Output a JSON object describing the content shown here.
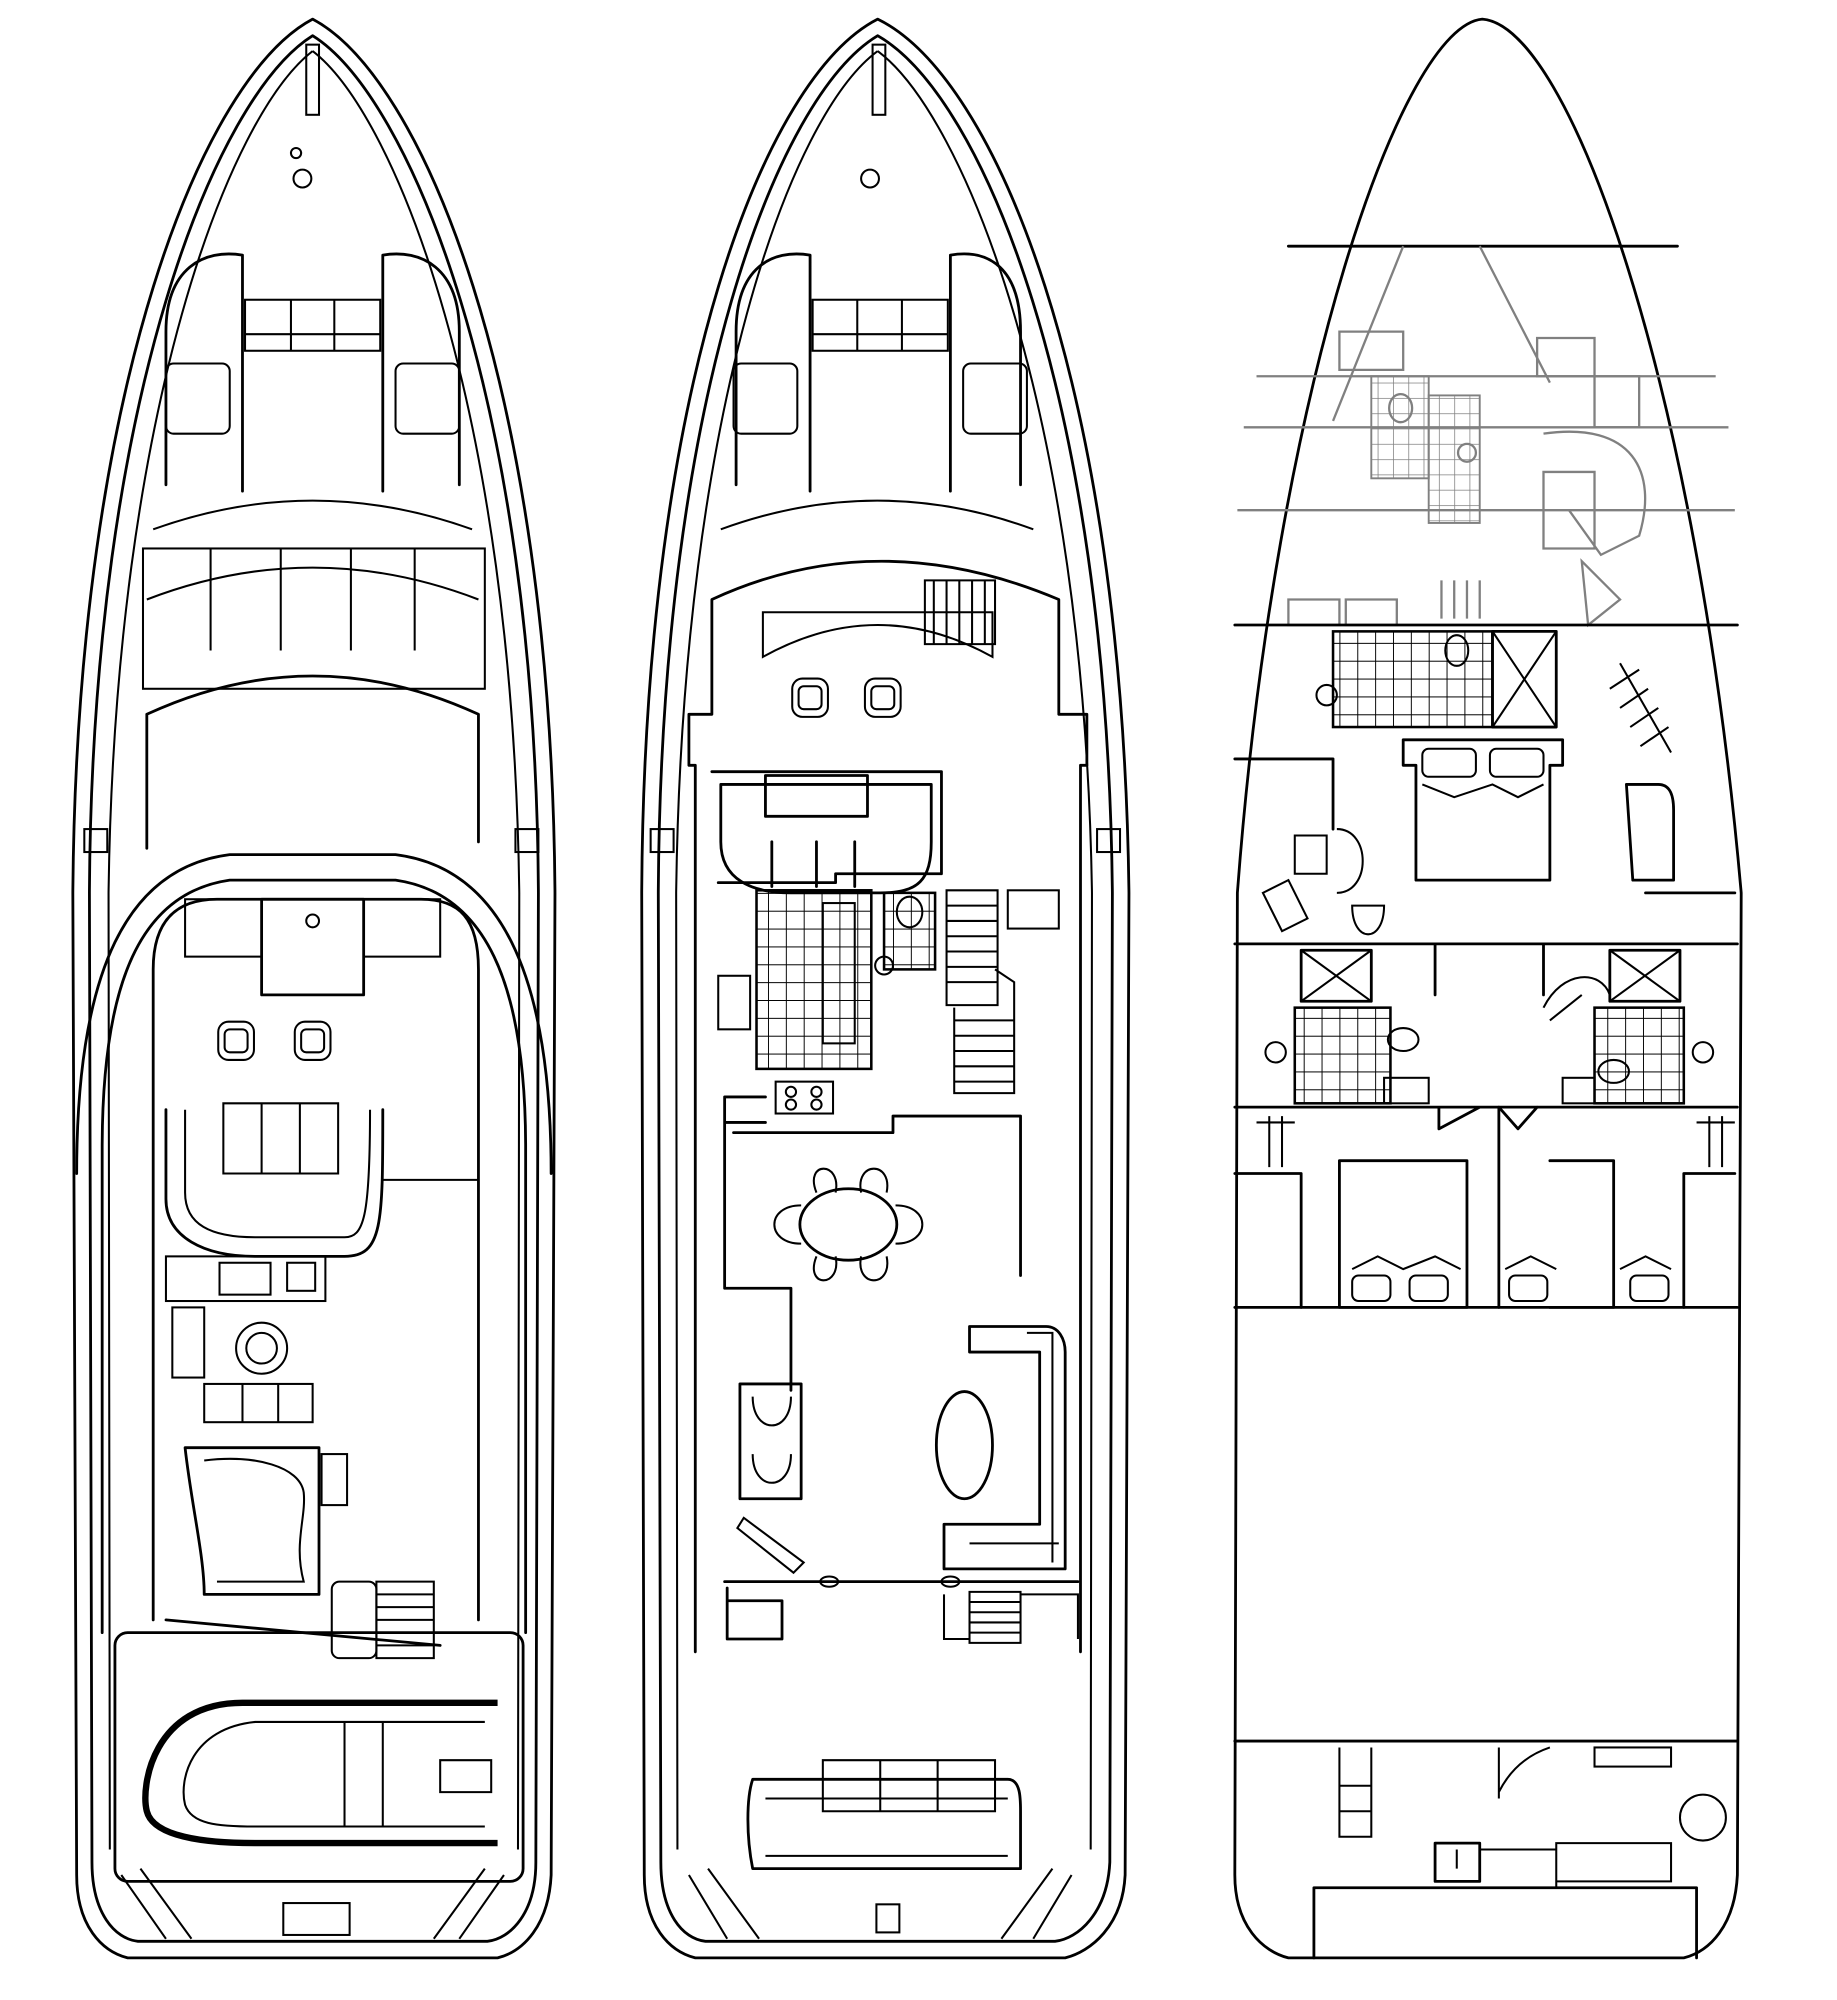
{
  "colors": {
    "background": "#ffffff",
    "line": "#000000",
    "lower_forward_interior_line": "#808080"
  },
  "views": [
    {
      "id": "flybridge-deck"
    },
    {
      "id": "main-deck"
    },
    {
      "id": "lower-deck"
    }
  ]
}
